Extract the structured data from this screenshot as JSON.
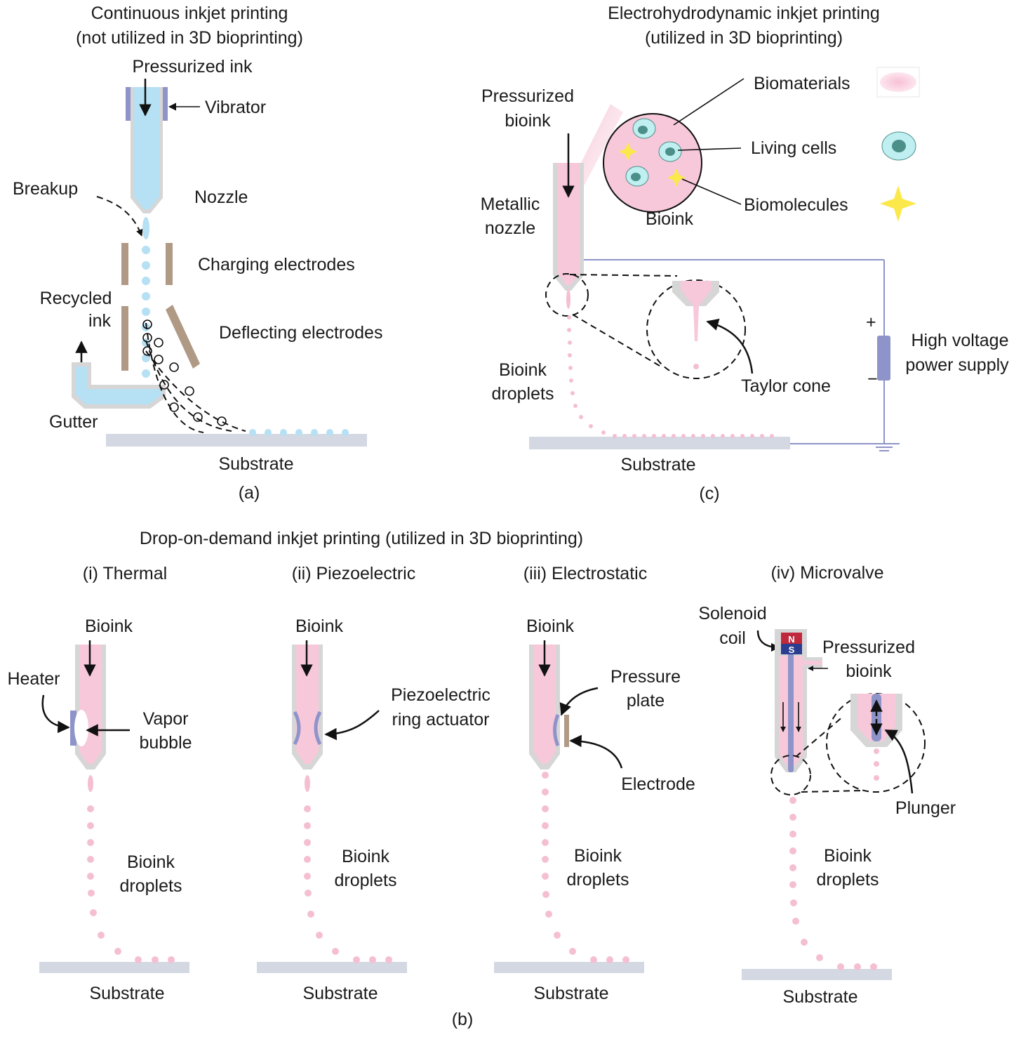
{
  "panel_a": {
    "title_line1": "Continuous inkjet printing",
    "title_line2": "(not utilized in 3D bioprinting)",
    "pressurized_ink": "Pressurized ink",
    "vibrator": "Vibrator",
    "breakup": "Breakup",
    "nozzle": "Nozzle",
    "charging_electrodes": "Charging electrodes",
    "recycled_ink_1": "Recycled",
    "recycled_ink_2": "ink",
    "deflecting_electrodes": "Deflecting electrodes",
    "gutter": "Gutter",
    "substrate": "Substrate",
    "caption": "(a)"
  },
  "panel_c": {
    "title_line1": "Electrohydrodynamic inkjet printing",
    "title_line2": "(utilized in 3D bioprinting)",
    "pressurized_bioink_1": "Pressurized",
    "pressurized_bioink_2": "bioink",
    "metallic_nozzle_1": "Metallic",
    "metallic_nozzle_2": "nozzle",
    "bioink": "Bioink",
    "biomaterials": "Biomaterials",
    "living_cells": "Living cells",
    "biomolecules": "Biomolecules",
    "plus": "+",
    "minus": "−",
    "hv_1": "High voltage",
    "hv_2": "power supply",
    "taylor_cone": "Taylor cone",
    "bioink_droplets_1": "Bioink",
    "bioink_droplets_2": "droplets",
    "substrate": "Substrate",
    "caption": "(c)"
  },
  "panel_b": {
    "title": "Drop-on-demand inkjet printing (utilized in 3D bioprinting)",
    "caption": "(b)",
    "thermal": {
      "title": "(i) Thermal",
      "bioink": "Bioink",
      "heater": "Heater",
      "vapor_1": "Vapor",
      "vapor_2": "bubble",
      "droplets_1": "Bioink",
      "droplets_2": "droplets",
      "substrate": "Substrate"
    },
    "piezo": {
      "title": "(ii) Piezoelectric",
      "bioink": "Bioink",
      "actuator_1": "Piezoelectric",
      "actuator_2": "ring actuator",
      "droplets_1": "Bioink",
      "droplets_2": "droplets",
      "substrate": "Substrate"
    },
    "electrostatic": {
      "title": "(iii) Electrostatic",
      "bioink": "Bioink",
      "plate_1": "Pressure",
      "plate_2": "plate",
      "electrode": "Electrode",
      "droplets_1": "Bioink",
      "droplets_2": "droplets",
      "substrate": "Substrate"
    },
    "microvalve": {
      "title": "(iv) Microvalve",
      "solenoid_1": "Solenoid",
      "solenoid_2": "coil",
      "pressurized_1": "Pressurized",
      "pressurized_2": "bioink",
      "n": "N",
      "s": "S",
      "plunger": "Plunger",
      "droplets_1": "Bioink",
      "droplets_2": "droplets",
      "substrate": "Substrate"
    }
  },
  "colors": {
    "bioink_pink": "#f7c8da",
    "ink_blue": "#b6e0f3",
    "nozzle_gray": "#d6d6d6",
    "electrode_brown": "#b09a86",
    "actuator_blue": "#8e93c9",
    "substrate_gray": "#d3d8e3",
    "magnet_north": "#c0283c",
    "magnet_south": "#2a3d8f",
    "biomolecule_yellow": "#fbe84a",
    "cell_cyan": "#bfeff0",
    "cell_nucleus": "#4c8f88"
  }
}
